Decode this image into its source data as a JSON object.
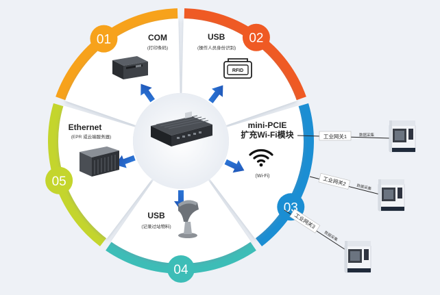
{
  "segments": [
    {
      "num": "01",
      "title": "COM",
      "subtitle": "(打印条码)",
      "color": "#f7a21b",
      "device": "printer-icon"
    },
    {
      "num": "02",
      "title": "USB",
      "subtitle": "(操作人员身份识别)",
      "color": "#ef5a24",
      "device": "rfid-reader-icon",
      "device_label": "RFID"
    },
    {
      "num": "03",
      "title": "mini-PCIE",
      "title2": "扩充Wi-Fi模块",
      "subtitle": "(Wi-Fi)",
      "color": "#1b8ed3",
      "device": "wifi-icon"
    },
    {
      "num": "04",
      "title": "USB",
      "subtitle": "(记录过站物料)",
      "color": "#3dbdb7",
      "device": "barcode-scanner-icon"
    },
    {
      "num": "05",
      "title": "Ethernet",
      "subtitle": "(EPR 或云端服务器)",
      "color": "#c4d52d",
      "device": "server-rack-icon"
    }
  ],
  "center": {
    "device": "industrial-pc-icon"
  },
  "gateways": [
    {
      "label": "工业网关1",
      "data_label": "数据采集",
      "machine": "cnc-machine-icon"
    },
    {
      "label": "工业网关2",
      "data_label": "数据采集",
      "machine": "cnc-machine-icon"
    },
    {
      "label": "工业网关3",
      "data_label": "数据采集",
      "machine": "cnc-machine-icon"
    }
  ]
}
